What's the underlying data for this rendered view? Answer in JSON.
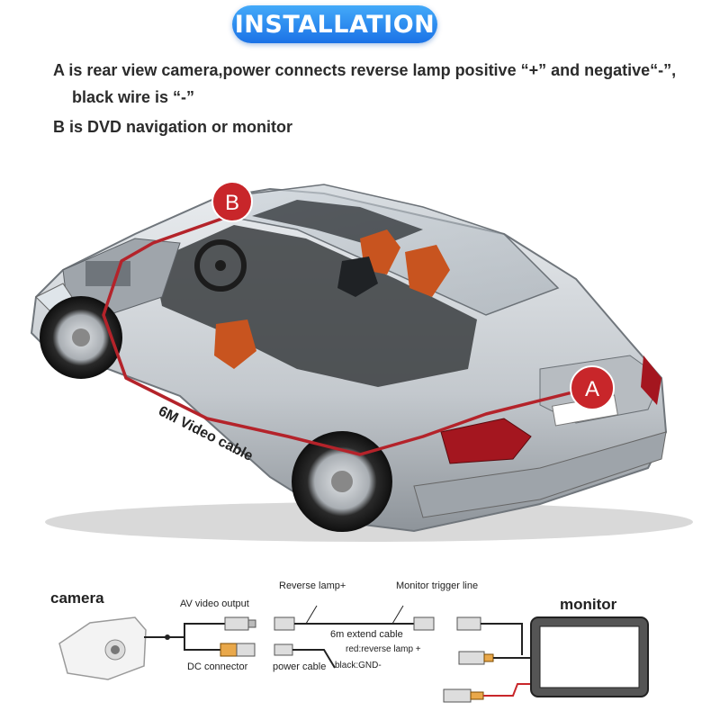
{
  "header": {
    "title": "INSTALLATION"
  },
  "instructions": {
    "line_a1": "A is rear view camera,power connects reverse lamp positive “+” and negative“-”,",
    "line_a2": "black wire is “-”",
    "line_b": "B is DVD navigation or monitor"
  },
  "car_diagram": {
    "marker_a": "A",
    "marker_b": "B",
    "cable_label": "6M Video cable",
    "marker_color": "#c8262a",
    "cable_color": "#b4232a"
  },
  "wiring": {
    "camera_label": "camera",
    "monitor_label": "monitor",
    "av_video_output": "AV video output",
    "dc_connector": "DC connector",
    "reverse_lamp": "Reverse lamp+",
    "power_cable": "power cable",
    "extend_cable": "6m extend cable",
    "monitor_trigger": "Monitor trigger line",
    "red_wire": "red:reverse lamp +",
    "black_wire": "black:GND-"
  }
}
